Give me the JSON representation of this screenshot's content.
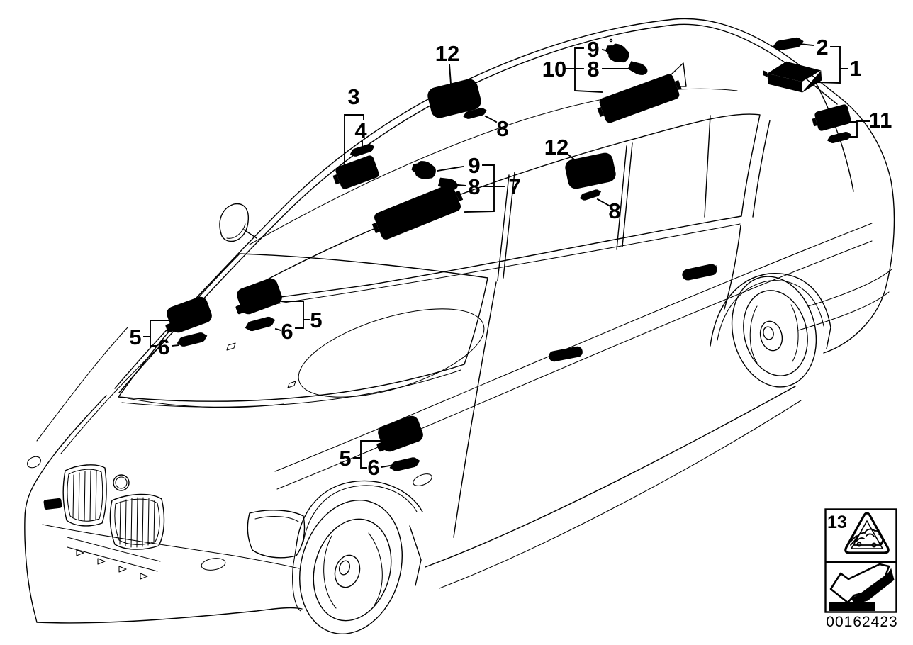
{
  "page": {
    "background": "#ffffff",
    "line_color": "#000000"
  },
  "callouts": {
    "n1": {
      "label": "1"
    },
    "n2": {
      "label": "2"
    },
    "n3": {
      "label": "3"
    },
    "n4": {
      "label": "4"
    },
    "n5a": {
      "label": "5"
    },
    "n5b": {
      "label": "5"
    },
    "n5c": {
      "label": "5"
    },
    "n6a": {
      "label": "6"
    },
    "n6b": {
      "label": "6"
    },
    "n6c": {
      "label": "6"
    },
    "n7": {
      "label": "7"
    },
    "n8a": {
      "label": "8"
    },
    "n8b": {
      "label": "8"
    },
    "n8c": {
      "label": "8"
    },
    "n8d": {
      "label": "8"
    },
    "n9a": {
      "label": "9"
    },
    "n9b": {
      "label": "9"
    },
    "n10": {
      "label": "10"
    },
    "n11": {
      "label": "11"
    },
    "n12a": {
      "label": "12"
    },
    "n12b": {
      "label": "12"
    },
    "n13": {
      "label": "13"
    }
  },
  "stamp": {
    "part_number": "00162423"
  },
  "icons": {
    "warning": "crushed-car-warning-triangle-icon",
    "arrow": "direction-arrow-icon",
    "festoon": "festoon-bulb-icon",
    "wedge": "wedge-bulb-icon",
    "socket": "bulb-socket-icon",
    "dome": "interior-dome-lamp-icon",
    "reading": "reading-lamp-icon",
    "plate": "licence-plate-lamp-icon",
    "cargo": "luggage-compartment-lamp-icon"
  }
}
